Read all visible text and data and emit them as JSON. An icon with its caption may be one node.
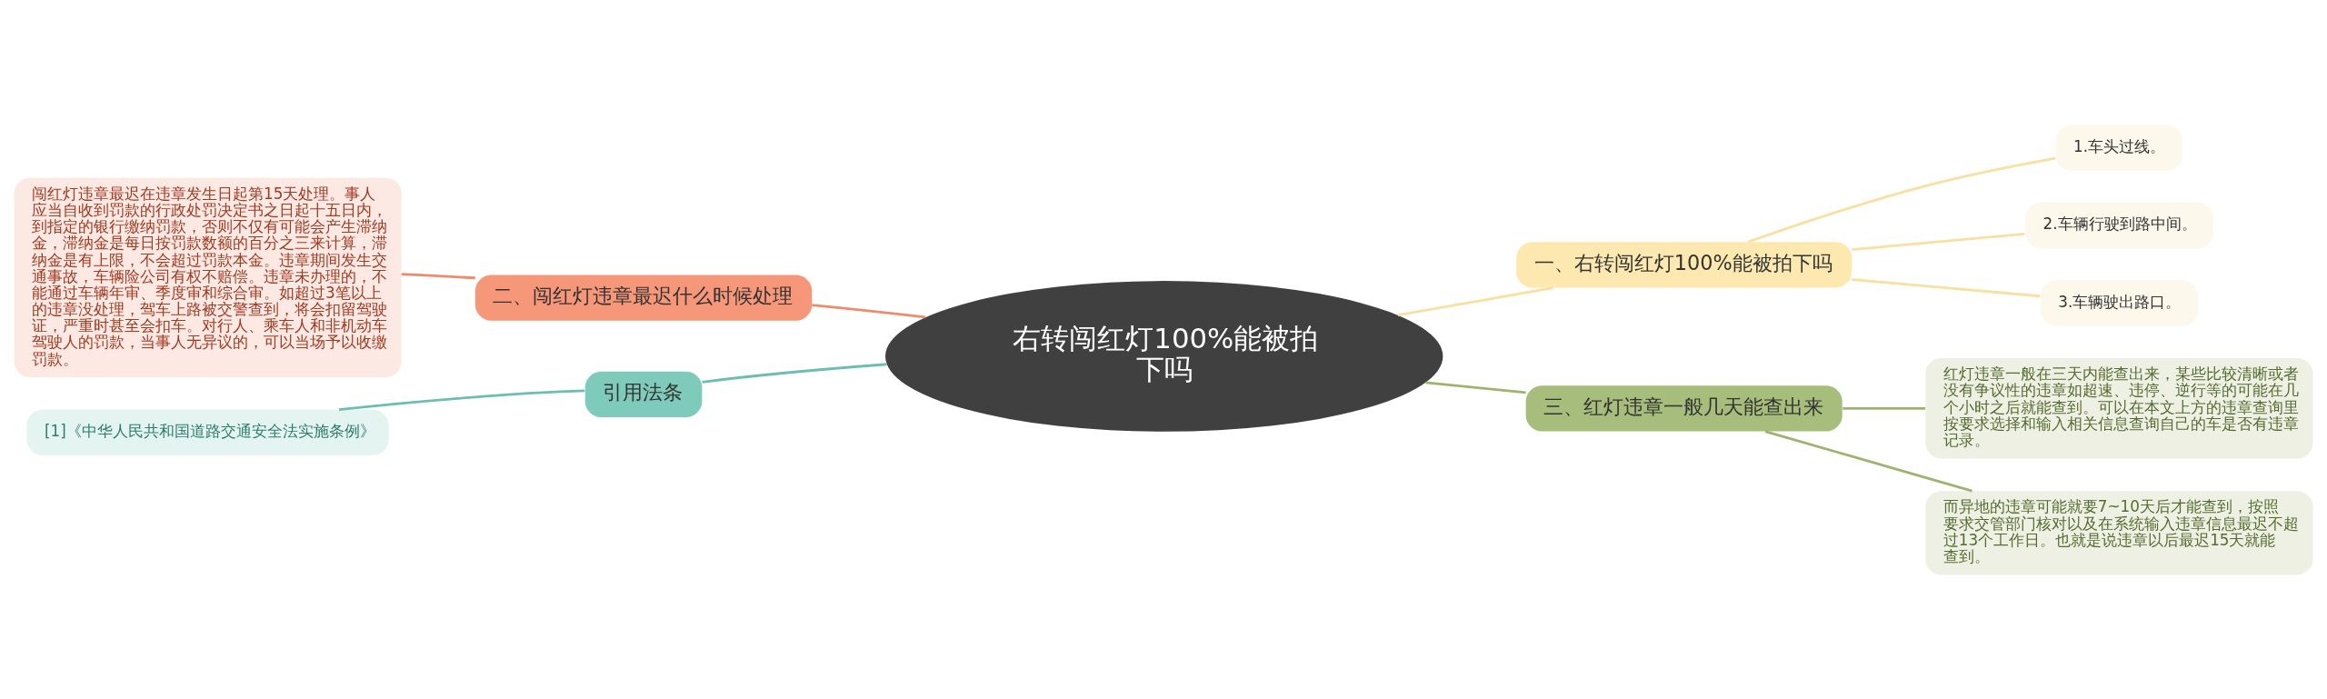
{
  "diagram": {
    "nodes": [
      {
        "text": [
          "右转闯红灯100%能被拍下吗"
        ]
      },
      {
        "text": [
          "一、右转闯红灯100%能被拍下吗"
        ]
      },
      {
        "text": [
          "1.车头过线。"
        ]
      },
      {
        "text": [
          "2.车辆行驶到路中间。"
        ]
      },
      {
        "text": [
          "3.车辆驶出路口。"
        ]
      },
      {
        "text": [
          "二、闯红灯违章最迟什么时候处理"
        ]
      },
      {
        "text": [
          "闯红灯违章最迟在违章发生日起第15天处理。事人应当自收到罚款的行政处罚决定书之日起十五日内，到指定的银行缴纳罚款，否则不仅有可能会产生滞纳金，滞纳金是每日按罚款数额的百分之三来计算，滞纳金是有上限，不会超过罚款本金。违章期间发生交通事故，车辆险公司有权不赔偿。违章未办理的，不能通过车辆年审、季度审和综合审。如超过3笔以上的违章没处理，驾车上路被交警查到，将会扣留驾驶证，严重时甚至会扣车。对行人、乘车人和非机动车驾驶人的罚款，当事人无异议的，可以当场予以收缴罚款。"
        ]
      },
      {
        "text": [
          "三、红灯违章一般几天能查出来"
        ]
      },
      {
        "text": [
          "红灯违章一般在三天内能查出来，某些比较清晰或者没有争议性的违章如超速、违停、逆行等的可能在几个小时之后就能查到。可以在本文上方的违章查询里按要求选择和输入相关信息查询自己的车是否有违章记录。"
        ]
      },
      {
        "text": [
          "而异地的违章可能就要7~10天后才能查到，按照要求交管部门核对以及在系统输入违章信息最迟不超过13个工作日。也就是说违章以后最迟15天就能查到。"
        ]
      },
      {
        "text": [
          "引用法条"
        ]
      },
      {
        "text": [
          "[1]《中华人民共和国道路交通安全法实施条例》"
        ]
      }
    ],
    "edges": [
      {
        "from": 0,
        "to": 1,
        "arrow": "none",
        "color": "#f9dfa0"
      },
      {
        "from": 1,
        "to": 2,
        "arrow": "none",
        "color": "#f9dfa0"
      },
      {
        "from": 1,
        "to": 3,
        "arrow": "none",
        "color": "#f9dfa0"
      },
      {
        "from": 1,
        "to": 4,
        "arrow": "none",
        "color": "#f9dfa0"
      },
      {
        "from": 0,
        "to": 5,
        "arrow": "none",
        "color": "#f08a6c"
      },
      {
        "from": 5,
        "to": 6,
        "arrow": "none",
        "color": "#f08a6c"
      },
      {
        "from": 0,
        "to": 7,
        "arrow": "none",
        "color": "#9db46f"
      },
      {
        "from": 7,
        "to": 8,
        "arrow": "none",
        "color": "#9db46f"
      },
      {
        "from": 7,
        "to": 9,
        "arrow": "none",
        "color": "#9db46f"
      },
      {
        "from": 0,
        "to": 10,
        "arrow": "none",
        "color": "#6bbfb0"
      },
      {
        "from": 10,
        "to": 11,
        "arrow": "none",
        "color": "#6bbfb0"
      }
    ]
  }
}
